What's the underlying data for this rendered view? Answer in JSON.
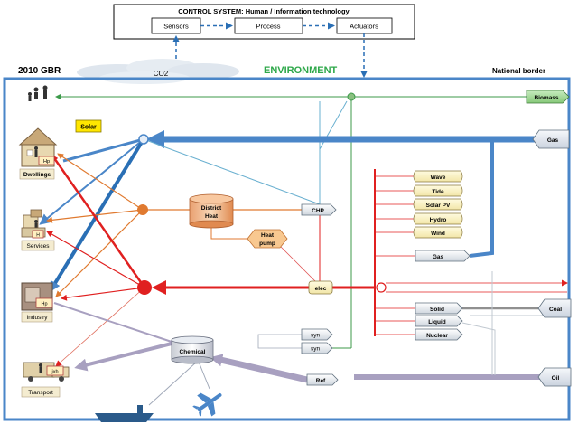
{
  "control": {
    "title": "CONTROL SYSTEM: Human / Information technology",
    "sensors": "Sensors",
    "process": "Process",
    "actuators": "Actuators"
  },
  "header": {
    "year_country": "2010  GBR",
    "co2": "CO2",
    "environment": "ENVIRONMENT",
    "border": "National border"
  },
  "demand": {
    "dwellings": "Dwellings",
    "services": "Services",
    "industry": "Industry",
    "transport": "Transport",
    "solar": "Solar",
    "hp_dw": "Hp",
    "hp_sv": "H",
    "hp_in": "Hp",
    "hp_tr": "jxb"
  },
  "nodes": {
    "district_heat_1": "District",
    "district_heat_2": "Heat",
    "heat_pump_1": "Heat",
    "heat_pump_2": "pump",
    "chp": "CHP",
    "elec": "elec",
    "syn1": "syn",
    "syn2": "syn",
    "chemical": "Chemical",
    "ref": "Ref"
  },
  "renewables": {
    "wave": "Wave",
    "tide": "Tide",
    "solar_pv": "Solar PV",
    "hydro": "Hydro",
    "wind": "Wind"
  },
  "fuels": {
    "gas_inner": "Gas",
    "solid": "Solid",
    "liquid": "Liquid",
    "nuclear": "Nuclear"
  },
  "imports": {
    "biomass": "Biomass",
    "gas": "Gas",
    "coal": "Coal",
    "oil": "Oil"
  },
  "colors": {
    "gas": "#4a86c8",
    "electricity": "#e02020",
    "heat": "#e07a30",
    "oil": "#a8a0c0",
    "biomass": "#3c9a4a",
    "control": "#2a6fb5",
    "border": "#4a86c8",
    "solid": "#909090"
  }
}
